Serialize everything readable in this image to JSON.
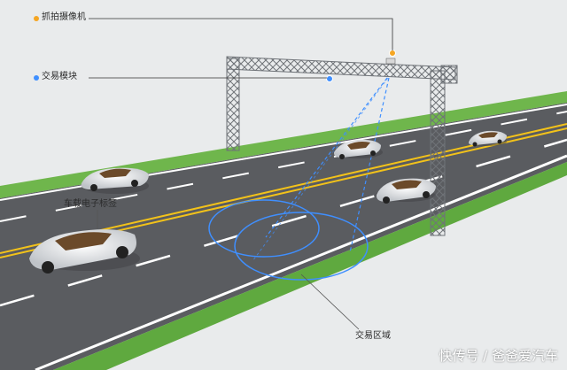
{
  "labels": {
    "camera": "抓拍摄像机",
    "transaction_module": "交易模块",
    "electronic_tag": "车载电子标签",
    "transaction_area": "交易区域"
  },
  "watermark": "快传号 / 爸爸爱汽车",
  "colors": {
    "background": "#e9ebec",
    "road": "#5a5c60",
    "grass": "#5fa93f",
    "center_line": "#f2c21a",
    "lane_marking": "#ffffff",
    "gantry": "#6f7378",
    "transaction_zone": "#3f8fff",
    "camera_dot": "#f5a623",
    "module_dot": "#3f8fff"
  },
  "icons": {
    "camera": "camera-dot-icon",
    "transaction_module": "module-dot-icon"
  }
}
